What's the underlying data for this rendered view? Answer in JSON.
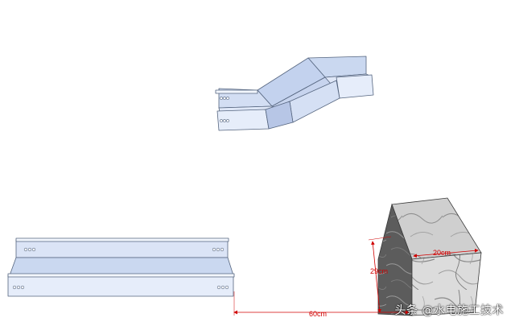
{
  "dimensions": {
    "width": "20cm",
    "height": "29cm",
    "distance": "60cm"
  },
  "watermark": "头条 @水电施工技术",
  "colors": {
    "tray_light": "#e6edfa",
    "tray_mid": "#cad8f0",
    "tray_dark": "#9fb1d6",
    "edge": "#55657f",
    "dimension": "#d00000"
  }
}
